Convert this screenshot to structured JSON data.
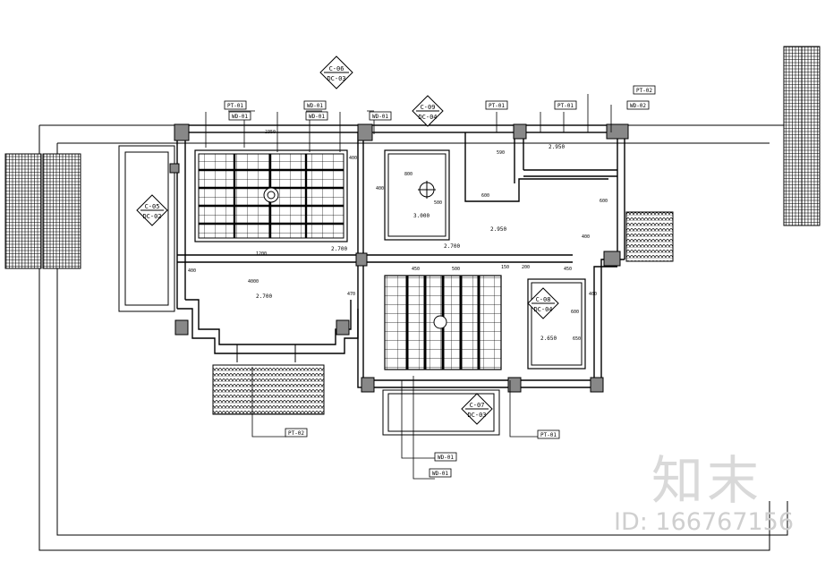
{
  "tags": {
    "pt01_a": "PT-01",
    "wd01_a": "WD-01",
    "wd01_b": "WD-01",
    "wd01_c": "WD-01",
    "wd01_d": "WD-01",
    "pt01_b": "PT-01",
    "pt01_c": "PT-01",
    "pt02_top": "PT-02",
    "wd02": "WD-02",
    "pt02_low": "PT-02",
    "pt01_low": "PT-01",
    "wd01_low": "WD-01",
    "wd01_low2": "WD-01"
  },
  "sections": {
    "top": {
      "num": "C-06",
      "ref": "DC-03"
    },
    "center": {
      "num": "C-09",
      "ref": "DC-04"
    },
    "left": {
      "num": "C-05",
      "ref": "DC-02"
    },
    "right": {
      "num": "C-08",
      "ref": "DC-04"
    },
    "lower": {
      "num": "C-07",
      "ref": "DC-03"
    }
  },
  "levels": {
    "lv1": "2.700",
    "lv2": "2.700",
    "lv3": "2.700",
    "lv4": "2.950",
    "lv5": "2.950",
    "lv6": "2.650",
    "lv7": "3.000"
  },
  "dims": {
    "d1": "2350",
    "d2": "400",
    "d3": "400",
    "d4": "590",
    "d5": "600",
    "d6": "800",
    "d7": "500",
    "d8": "1200",
    "d9": "400",
    "d10": "470",
    "d11": "4000",
    "d12": "450",
    "d13": "600",
    "d14": "400",
    "d15": "500",
    "d16": "150",
    "d17": "200",
    "d18": "650",
    "d19": "600",
    "d20": "400",
    "d21": "450"
  },
  "watermark": {
    "logo": "知末",
    "id": "ID: 166767156"
  }
}
